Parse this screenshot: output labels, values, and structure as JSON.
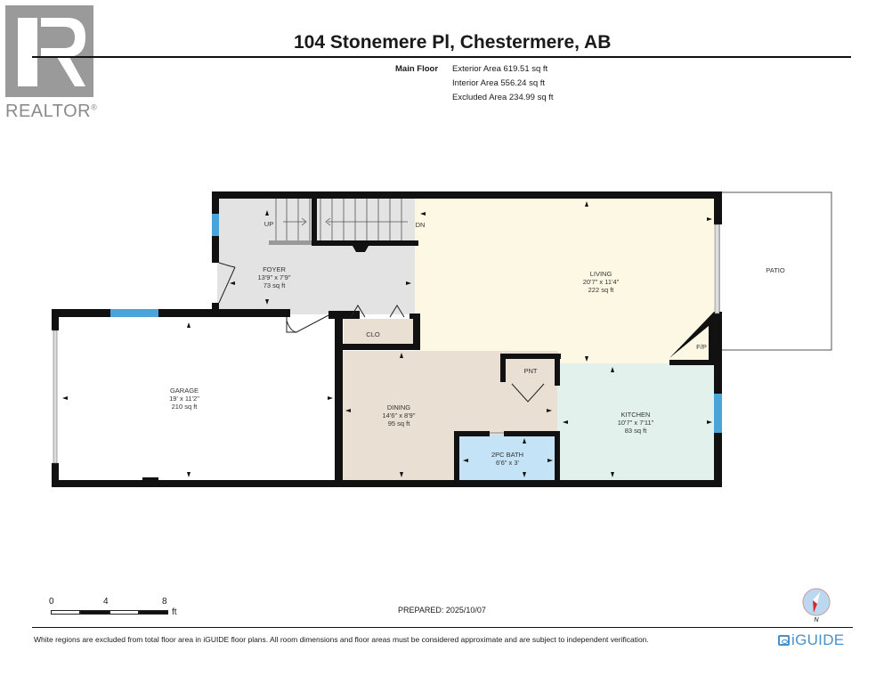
{
  "logo": {
    "letter": "R",
    "text": "REALTOR",
    "mark": "®"
  },
  "header": {
    "title": "104 Stonemere Pl, Chestermere, AB",
    "floor_label": "Main Floor",
    "areas": [
      "Exterior Area 619.51 sq ft",
      "Interior Area 556.24 sq ft",
      "Excluded Area 234.99 sq ft"
    ]
  },
  "rooms": {
    "foyer": {
      "name": "FOYER",
      "dims": "13'9\" x 7'9\"",
      "area": "73 sq ft",
      "color": "#e3e3e3"
    },
    "living": {
      "name": "LIVING",
      "dims": "20'7\" x 11'4\"",
      "area": "222 sq ft",
      "color": "#fdf8e4"
    },
    "garage": {
      "name": "GARAGE",
      "dims": "19' x 11'2\"",
      "area": "210 sq ft",
      "color": "#ffffff"
    },
    "dining": {
      "name": "DINING",
      "dims": "14'6\" x 8'9\"",
      "area": "95 sq ft",
      "color": "#eadfd3"
    },
    "kitchen": {
      "name": "KITCHEN",
      "dims": "10'7\" x 7'11\"",
      "area": "83 sq ft",
      "color": "#e3f1ec"
    },
    "bath": {
      "name": "2PC BATH",
      "dims": "6'6\" x 3'",
      "color": "#c5e3f6"
    },
    "closet": {
      "name": "CLO",
      "color": "#eadfd3"
    },
    "pantry": {
      "name": "PNT",
      "color": "#eadfd3"
    },
    "fireplace": {
      "name": "F/P"
    },
    "patio": {
      "name": "PATIO"
    },
    "stairs_up": "UP",
    "stairs_down": "DN"
  },
  "colors": {
    "wall": "#111111",
    "window": "#4aa3d9",
    "brand": "#4a90c8",
    "compass_needle": "#d42a2a"
  },
  "scale": {
    "ticks": [
      "0",
      "4",
      "8"
    ],
    "unit": "ft"
  },
  "footer": {
    "prepared": "PREPARED: 2025/10/07",
    "disclaimer": "White regions are excluded from total floor area in iGUIDE floor plans. All room dimensions and floor areas must be considered approximate and are subject to independent verification.",
    "compass_label": "N",
    "brand": "iGUIDE"
  }
}
